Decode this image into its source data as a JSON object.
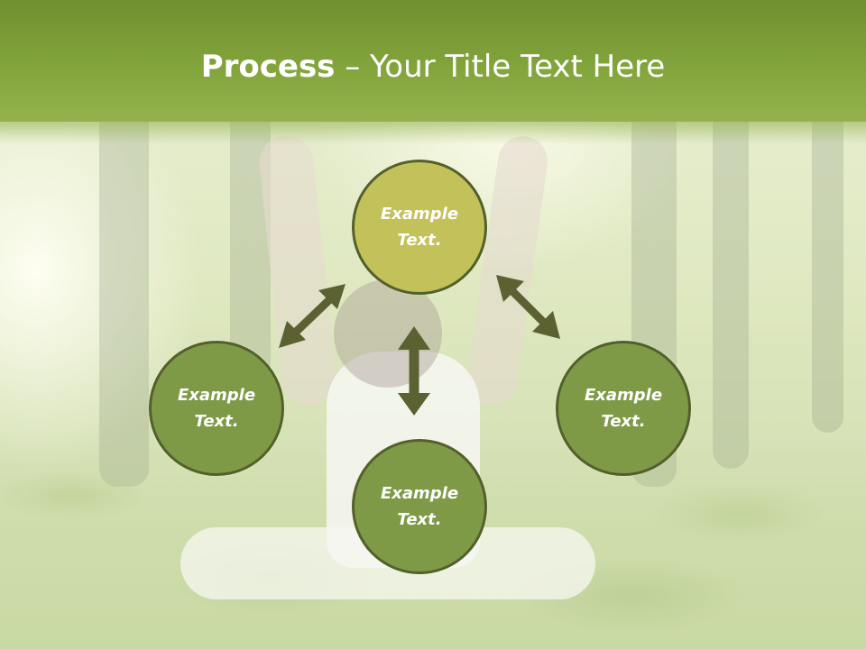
{
  "title": {
    "bold": "Process",
    "rest": " – Your Title Text Here"
  },
  "nodes": {
    "top": {
      "line1": "Example",
      "line2": "Text."
    },
    "left": {
      "line1": "Example",
      "line2": "Text."
    },
    "right": {
      "line1": "Example",
      "line2": "Text."
    },
    "bottom": {
      "line1": "Example",
      "line2": "Text."
    }
  },
  "colors": {
    "title_bar": "#84a63c",
    "node_top": "#c2c15a",
    "node_other": "#7f9a47",
    "node_border": "#53602a",
    "arrow": "#5c6132"
  }
}
